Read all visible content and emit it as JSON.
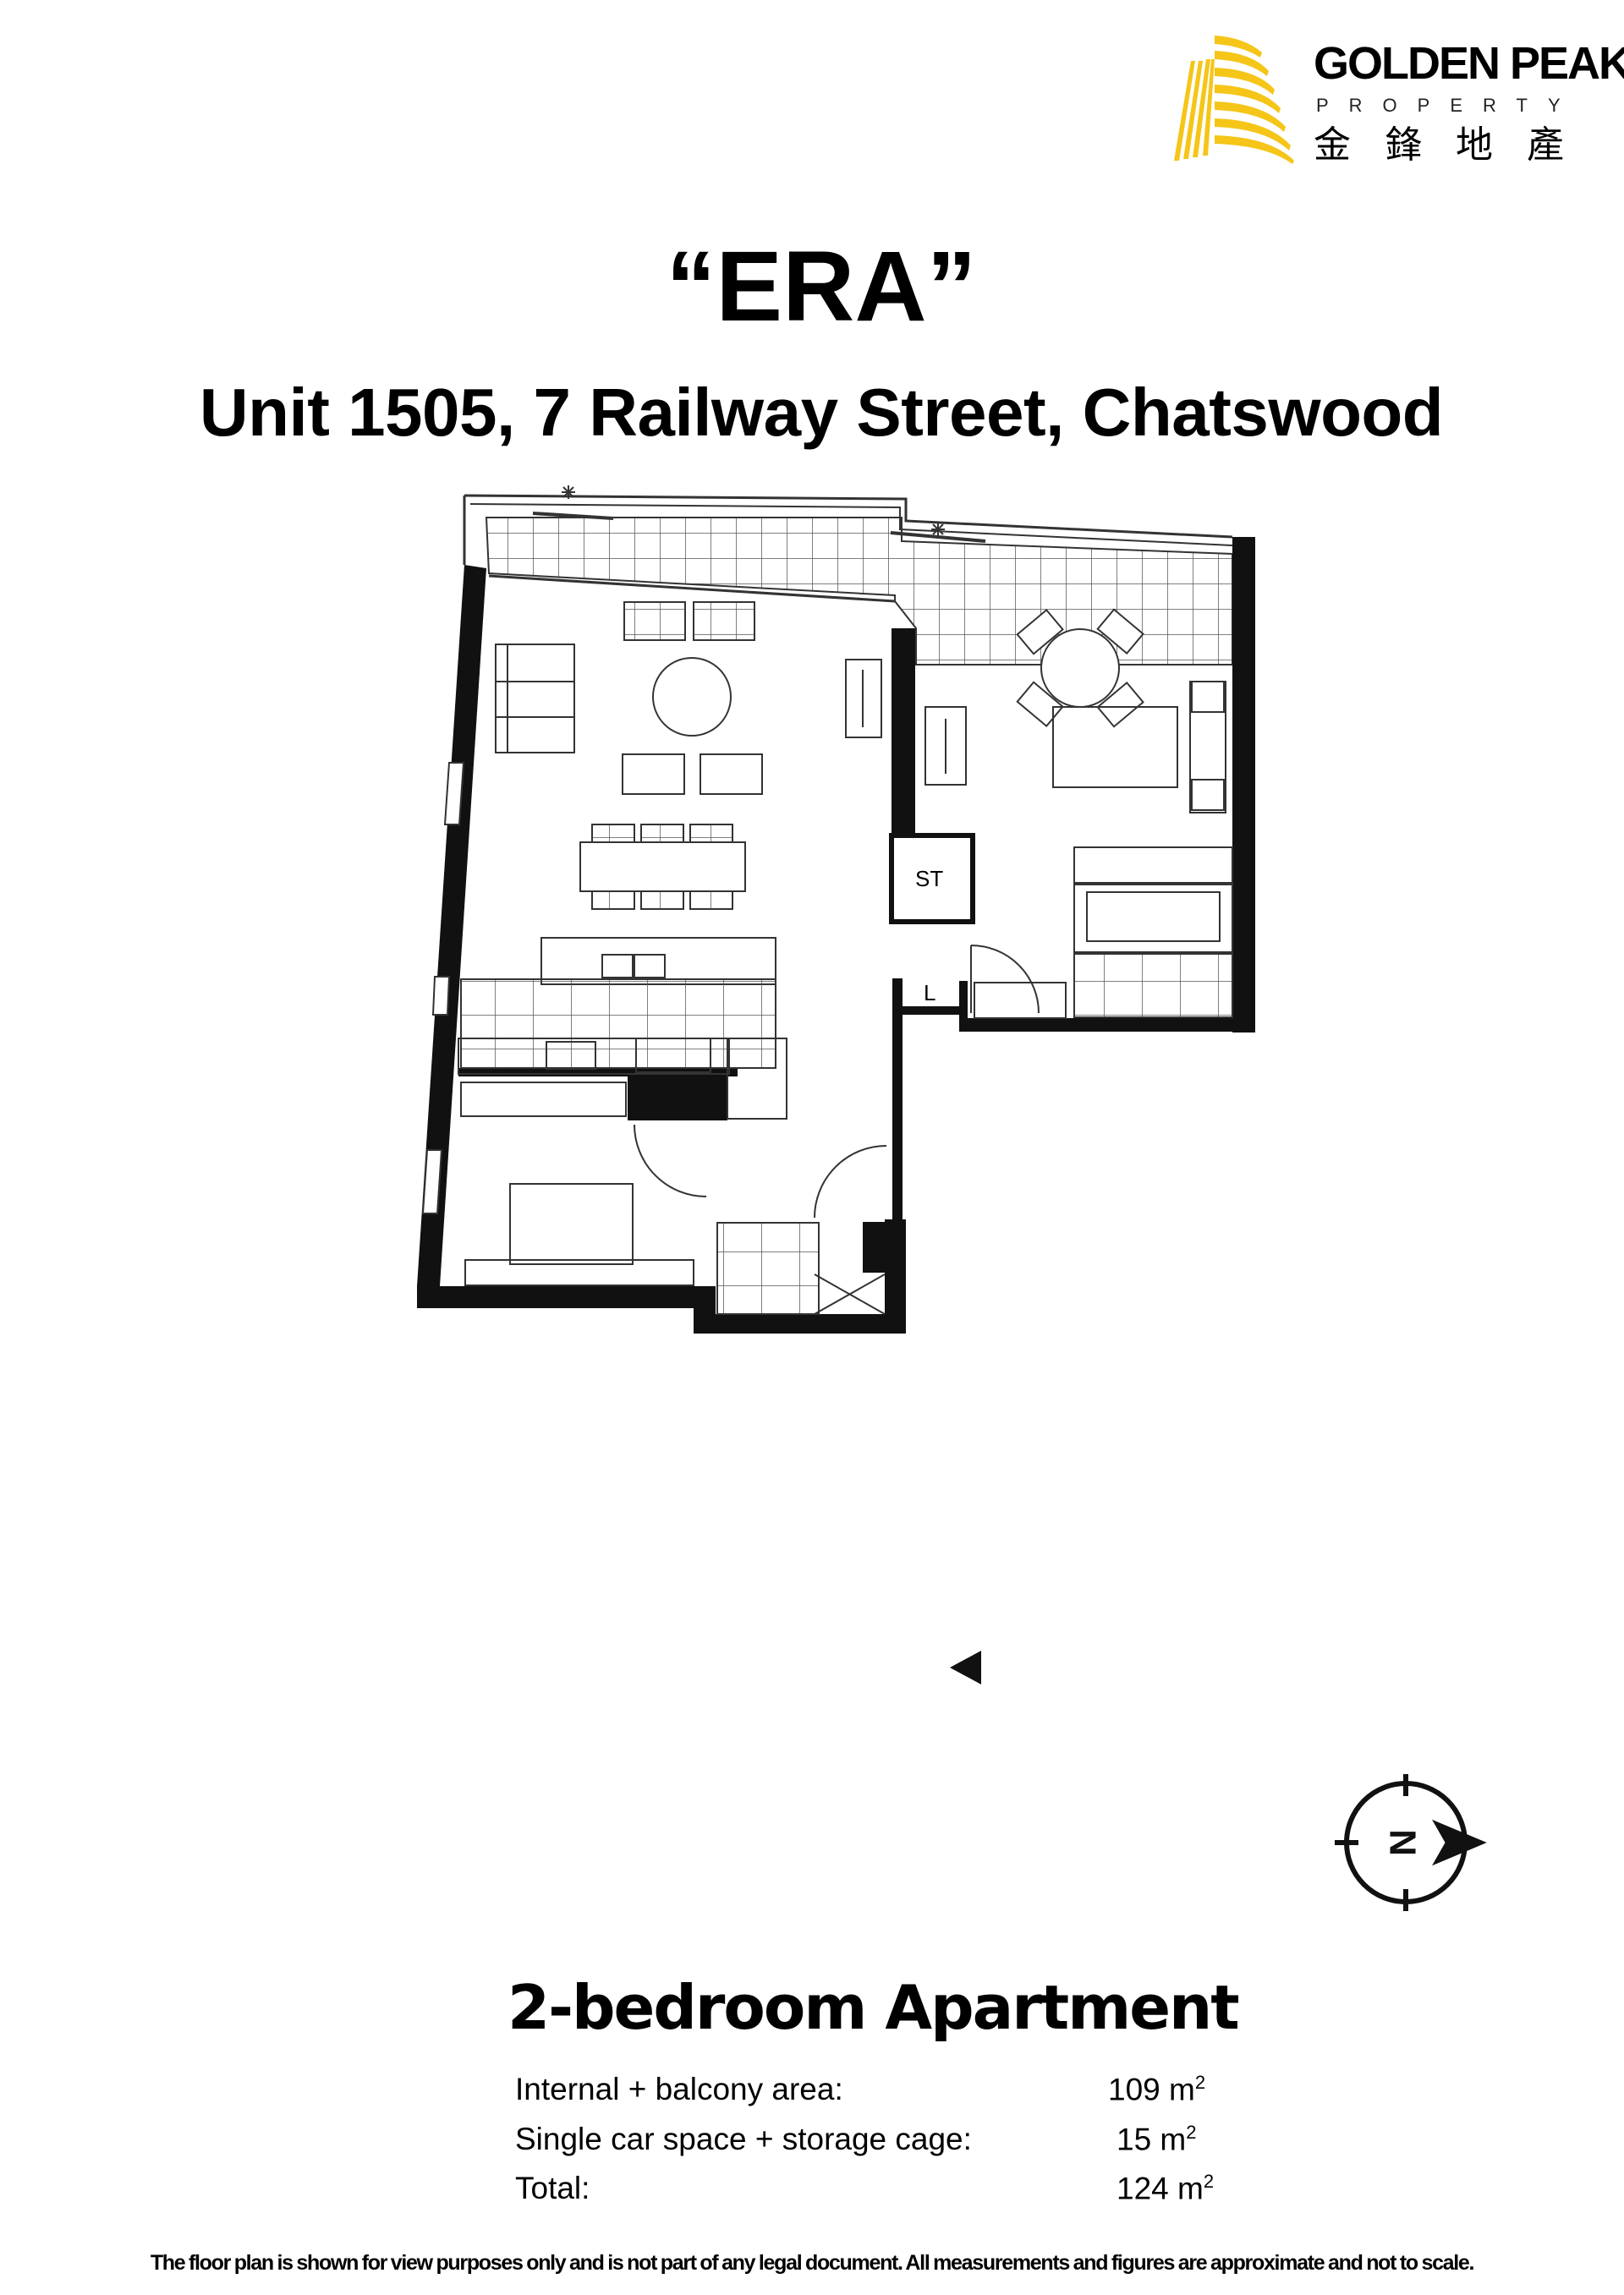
{
  "logo": {
    "name": "GOLDEN PEAK",
    "subtitle": "PROPERTY",
    "chinese": "金鋒地產",
    "color": "#F5C518"
  },
  "header": {
    "title": "“ERA”",
    "address": "Unit 1505, 7 Railway Street, Chatswood"
  },
  "floorplan": {
    "labels": {
      "storage": "ST",
      "linen": "L"
    },
    "compass_label": "N"
  },
  "summary": {
    "apartment_type": "2-bedroom Apartment",
    "rows": [
      {
        "label": "Internal + balcony area:",
        "value": "109 m",
        "unit_sup": "2"
      },
      {
        "label": "Single car space + storage cage:",
        "value": "15 m",
        "unit_sup": "2"
      },
      {
        "label": "Total:",
        "value": "124 m",
        "unit_sup": "2"
      }
    ]
  },
  "disclaimer": "The floor plan is shown for view purposes only and is not part of any legal document. All measurements and figures are approximate and not to scale."
}
